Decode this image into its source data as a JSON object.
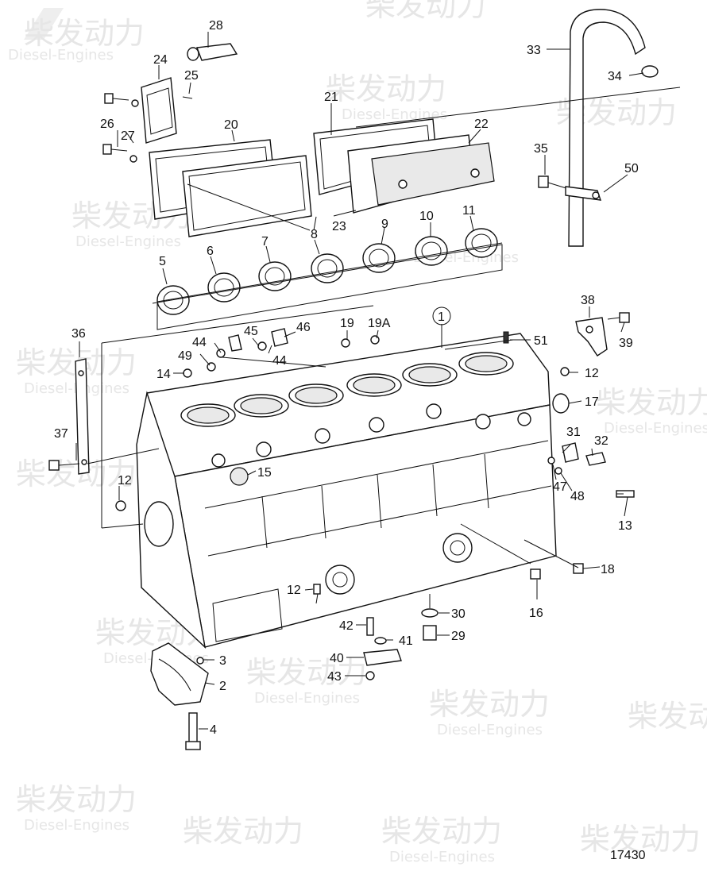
{
  "watermark": {
    "cn": "柴发动力",
    "en": "Diesel-Engines"
  },
  "drawing_number": "17430",
  "callouts": {
    "p1": "1",
    "p2": "2",
    "p3": "3",
    "p4": "4",
    "p5": "5",
    "p6": "6",
    "p7": "7",
    "p8": "8",
    "p9": "9",
    "p10": "10",
    "p11": "11",
    "p12a": "12",
    "p12b": "12",
    "p12c": "12",
    "p13": "13",
    "p14": "14",
    "p15": "15",
    "p16": "16",
    "p17": "17",
    "p18": "18",
    "p19": "19",
    "p19a": "19A",
    "p20": "20",
    "p21": "21",
    "p22": "22",
    "p23": "23",
    "p24": "24",
    "p25": "25",
    "p26": "26",
    "p27": "27",
    "p28": "28",
    "p29": "29",
    "p30": "30",
    "p31": "31",
    "p32": "32",
    "p33": "33",
    "p34": "34",
    "p35": "35",
    "p36": "36",
    "p37": "37",
    "p38": "38",
    "p39": "39",
    "p40": "40",
    "p41": "41",
    "p42": "42",
    "p43": "43",
    "p44a": "44",
    "p44b": "44",
    "p45": "45",
    "p46": "46",
    "p47": "47",
    "p48": "48",
    "p49": "49",
    "p50": "50",
    "p51": "51"
  }
}
